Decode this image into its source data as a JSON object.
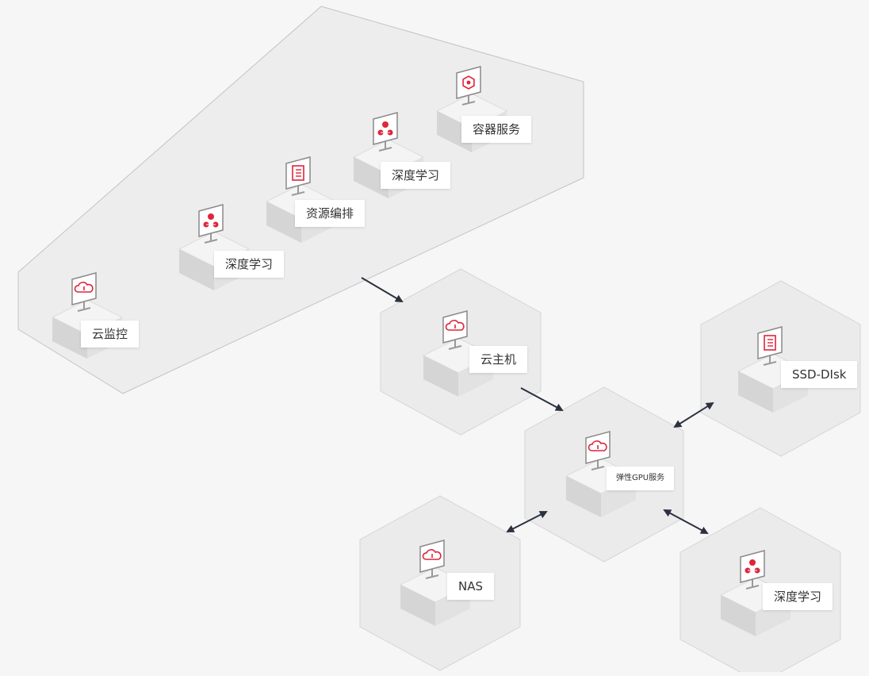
{
  "colors": {
    "background": "#f6f6f6",
    "group_fill": "#ededed",
    "group_stroke": "#c4c4c4",
    "hex_fill": "#ebebeb",
    "box_top": "#f4f4f4",
    "box_left": "#d5d5d5",
    "box_right": "#e2e2e2",
    "screen_fill": "#ffffff",
    "accent": "#e0243a",
    "arrow": "#2b3140"
  },
  "services": {
    "monitor": {
      "label": "云监控",
      "icon": "cloud-monitor-icon"
    },
    "deep_learning_1": {
      "label": "深度学习",
      "icon": "people-network-icon"
    },
    "orchestration": {
      "label": "资源编排",
      "icon": "document-icon"
    },
    "deep_learning_2": {
      "label": "深度学习",
      "icon": "people-network-icon"
    },
    "container": {
      "label": "容器服务",
      "icon": "container-hex-icon"
    },
    "cloud_host": {
      "label": "云主机",
      "icon": "cloud-server-icon"
    },
    "gpu": {
      "label": "弹性GPU服务",
      "icon": "cloud-gpu-icon"
    },
    "ssd": {
      "label": "SSD-DIsk",
      "icon": "document-icon"
    },
    "nas": {
      "label": "NAS",
      "icon": "cloud-storage-icon"
    },
    "deep_learning_3": {
      "label": "深度学习",
      "icon": "people-network-icon"
    }
  }
}
